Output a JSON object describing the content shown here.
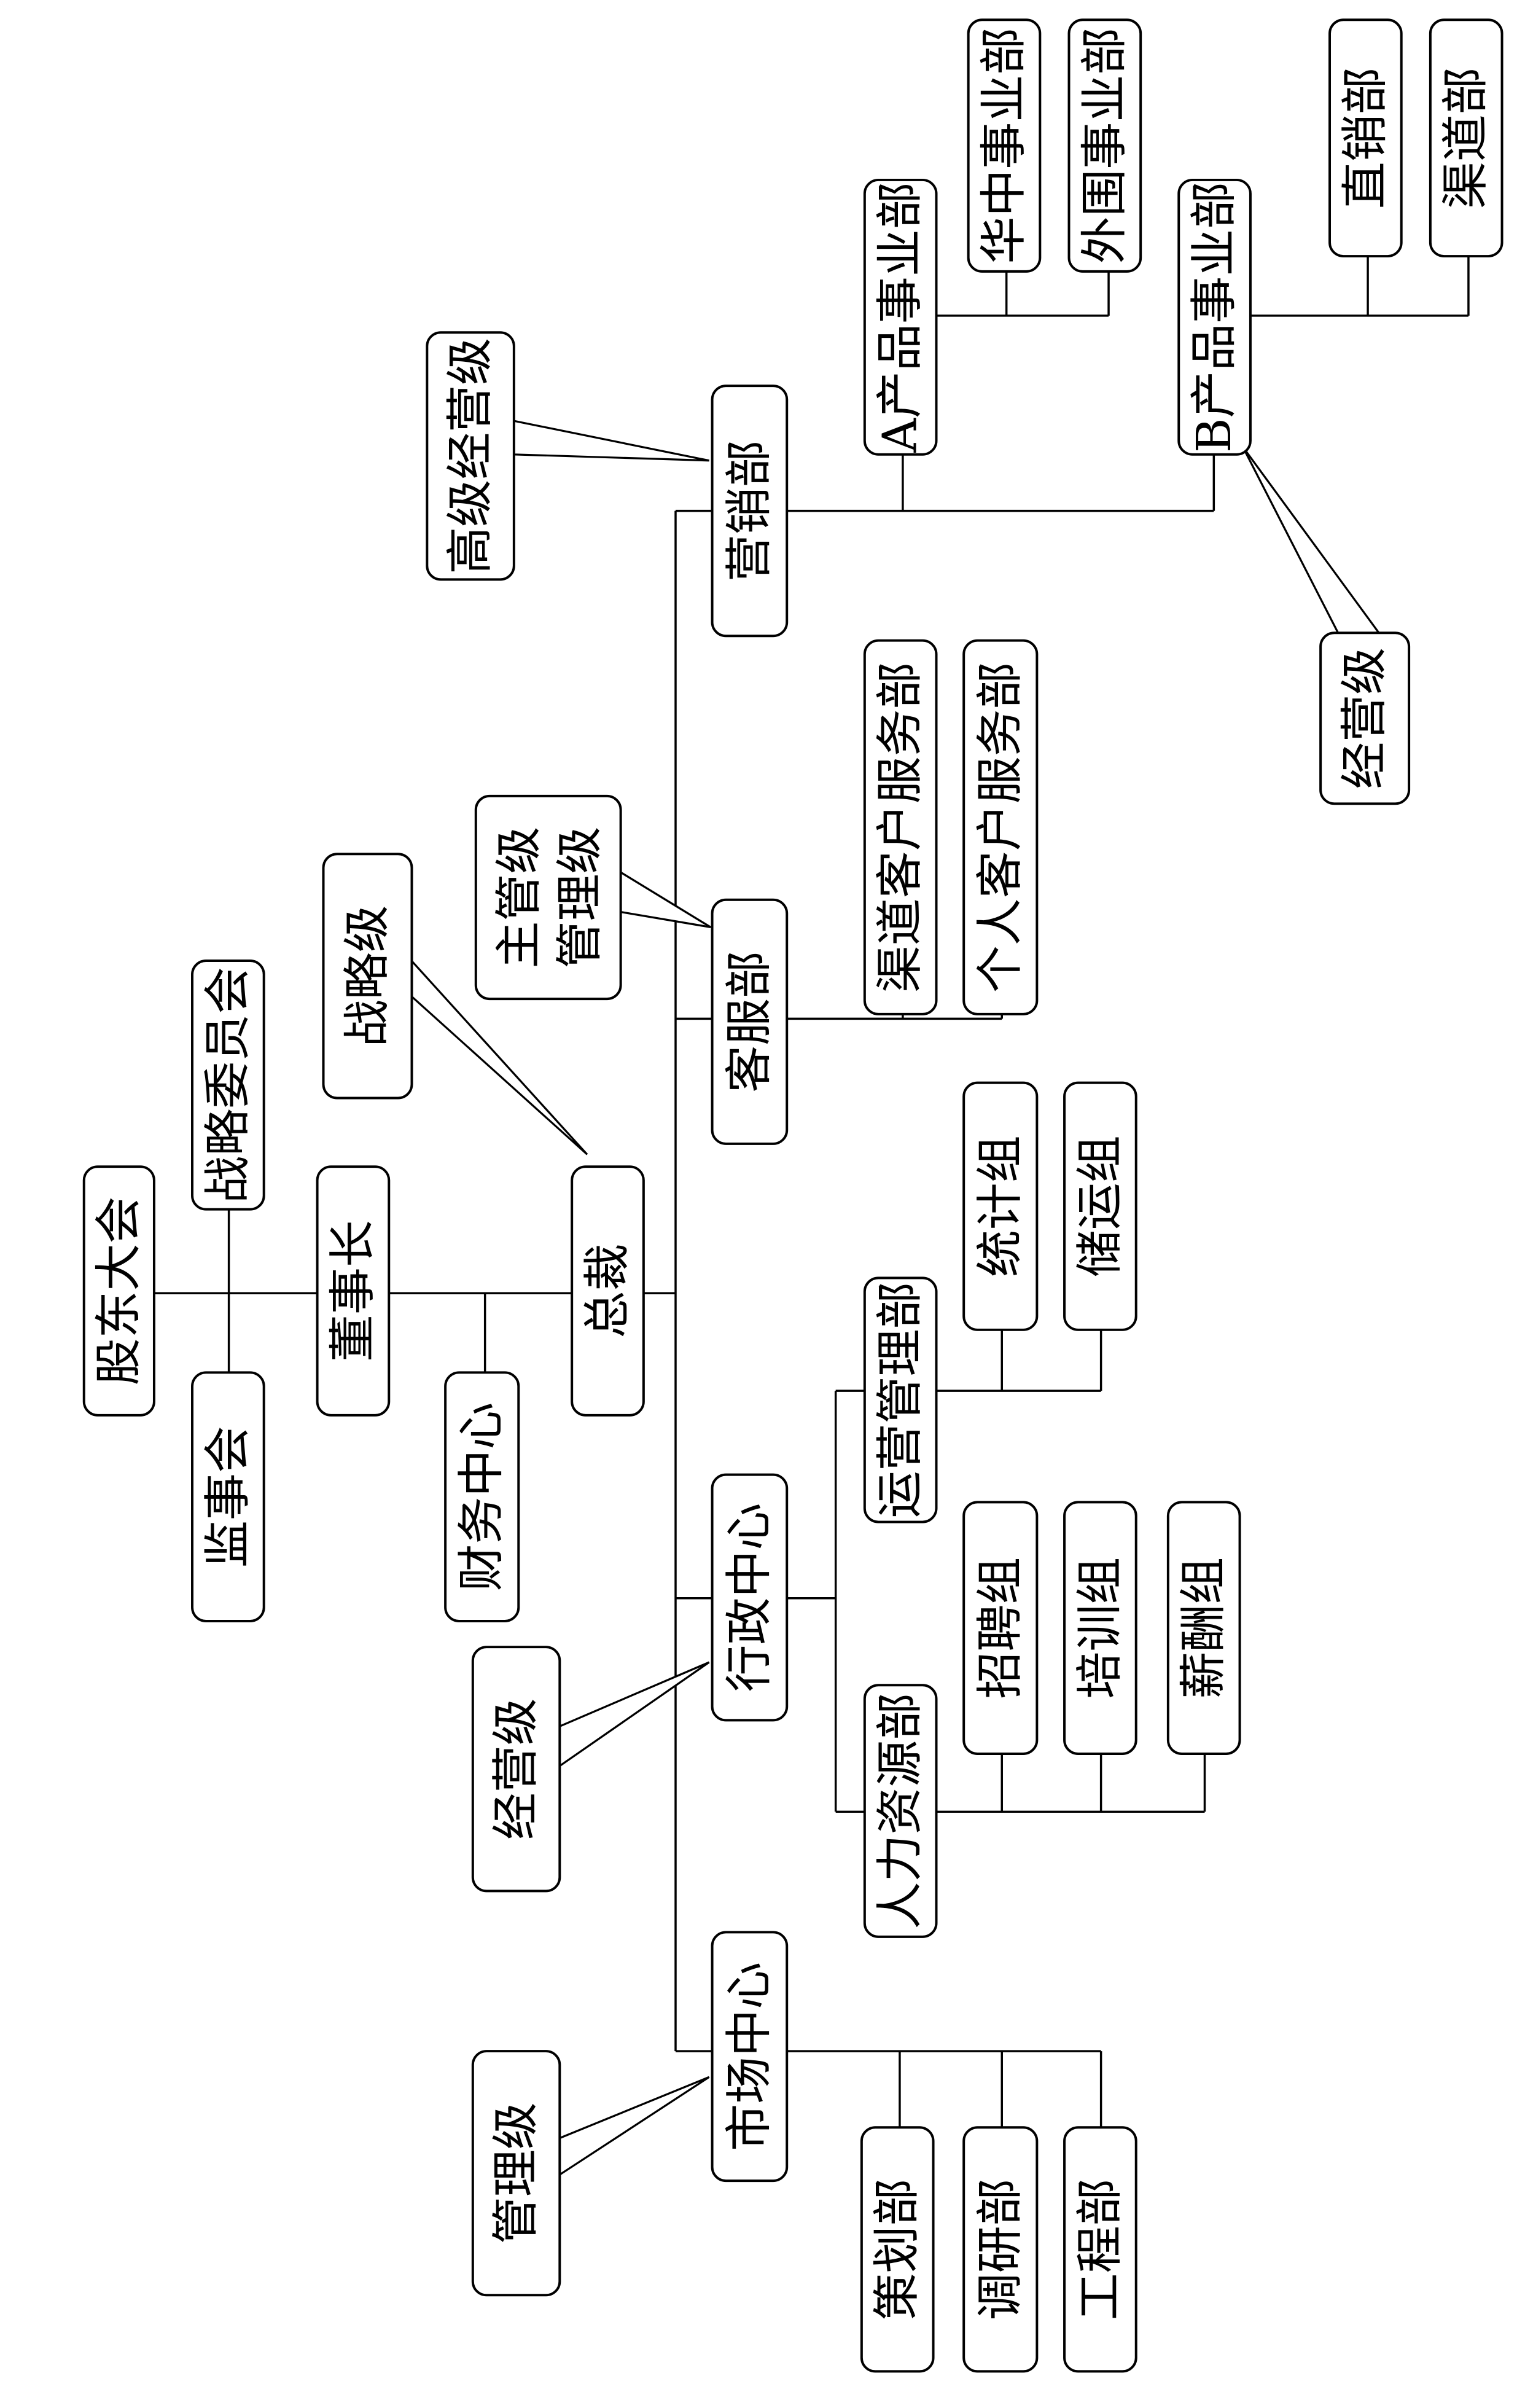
{
  "nodes": {
    "shareholders": "股东大会",
    "supervisory_board": "监事会",
    "strategy_committee": "战略委员会",
    "chairman": "董事长",
    "finance_center": "财务中心",
    "president": "总裁",
    "marketing": "营销部",
    "product_a": "A产品事业部",
    "central_china": "华中事业部",
    "peripheral": "外围事业部",
    "product_b": "B产品事业部",
    "direct_sales": "直销部",
    "channel": "渠道部",
    "customer_service": "客服部",
    "channel_cs": "渠道客户服务部",
    "personal_cs": "个人客户服务部",
    "admin_center": "行政中心",
    "operations": "运营管理部",
    "statistics": "统计组",
    "logistics": "储运组",
    "hr": "人力资源部",
    "recruiting": "招聘组",
    "training": "培训组",
    "compensation": "薪酬组",
    "market_center": "市场中心",
    "planning": "策划部",
    "research": "调研部",
    "engineering": "工程部"
  },
  "callouts": {
    "strategic": "战略级",
    "supervisor_line1": "主管级",
    "supervisor_line2": "管理级",
    "senior_operating": "高级经营级",
    "operating_right": "经营级",
    "operating_left": "经营级",
    "management": "管理级"
  }
}
